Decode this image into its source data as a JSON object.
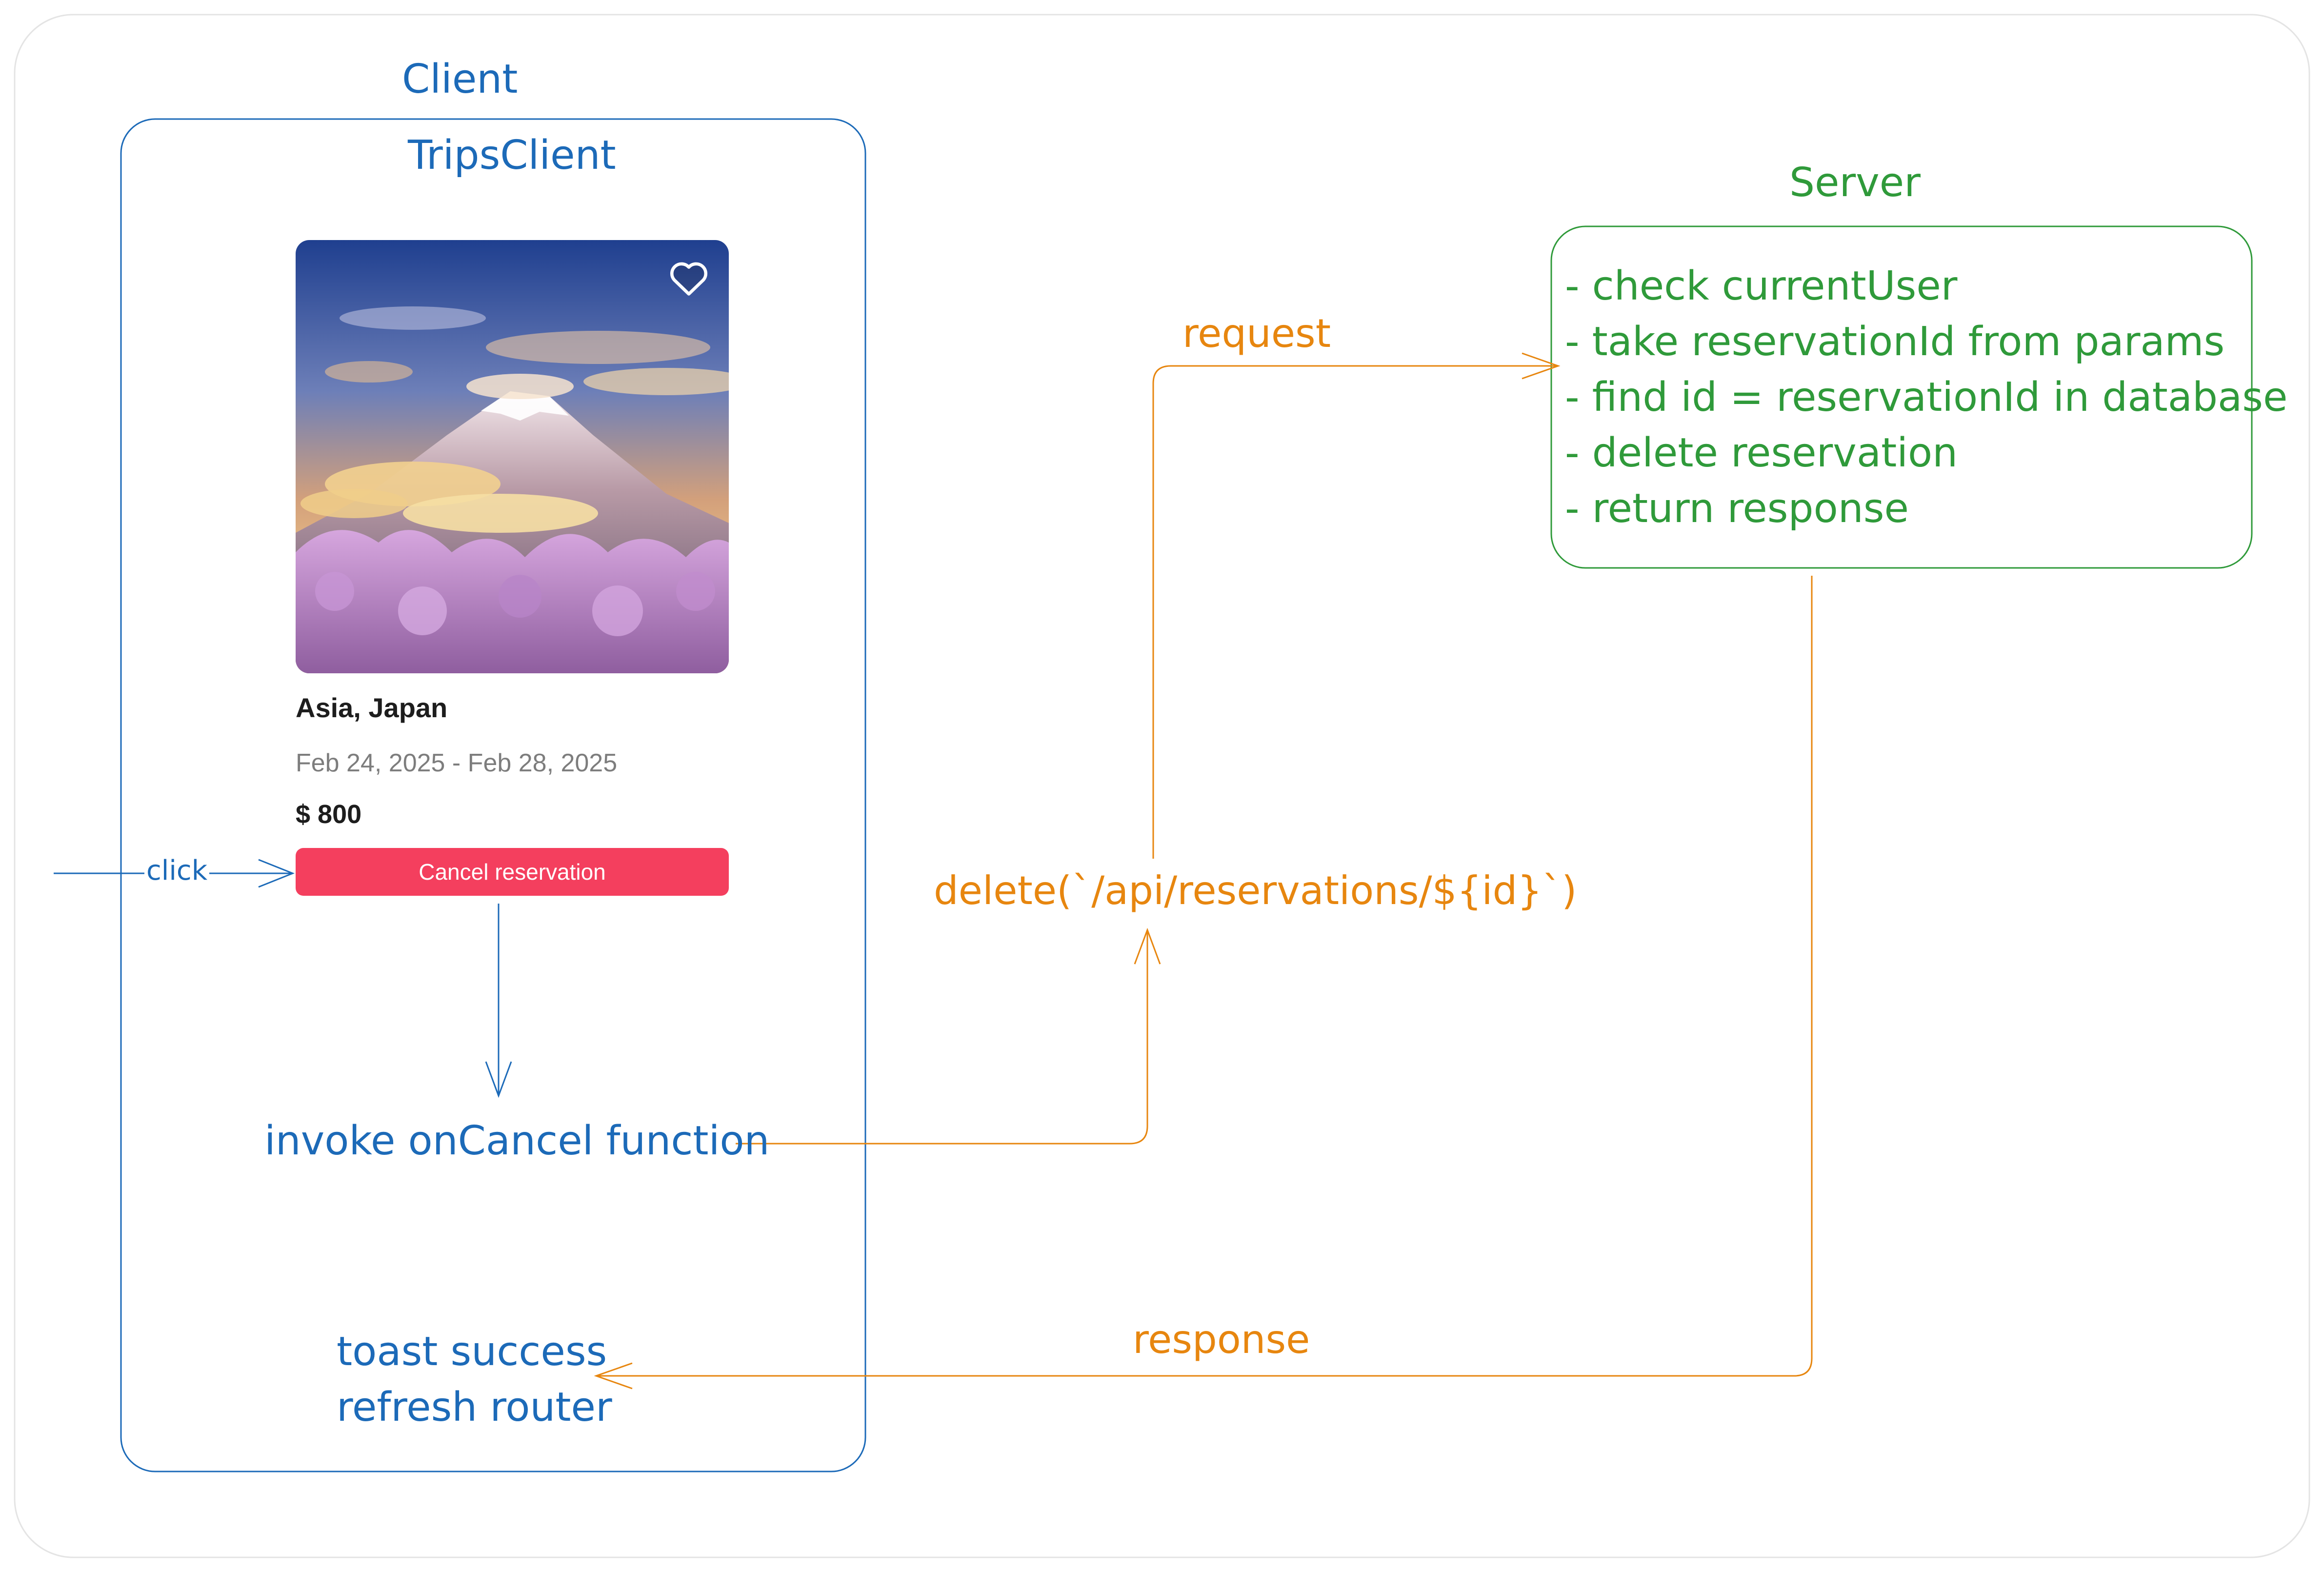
{
  "client": {
    "title": "Client",
    "component_title": "TripsClient",
    "card": {
      "location": "Asia, Japan",
      "dates": "Feb 24, 2025 - Feb 28, 2025",
      "price": "$ 800",
      "button_label": "Cancel reservation",
      "heart_icon": "heart-icon"
    },
    "click_label": "click",
    "invoke_label": "invoke onCancel function",
    "result_lines": [
      "toast success",
      "refresh router"
    ]
  },
  "server": {
    "title": "Server",
    "steps": [
      "- check currentUser",
      "- take reservationId from params",
      "- find id = reservationId in database",
      "- delete reservation",
      "- return response"
    ]
  },
  "flow": {
    "request_label": "request",
    "call_label": "delete(`/api/reservations/${id}`)",
    "response_label": "response"
  },
  "colors": {
    "client": "#1c6ab8",
    "server": "#2f9a3a",
    "flow": "#e7860f",
    "button": "#f43f5e",
    "frame": "#e4e4e4"
  }
}
